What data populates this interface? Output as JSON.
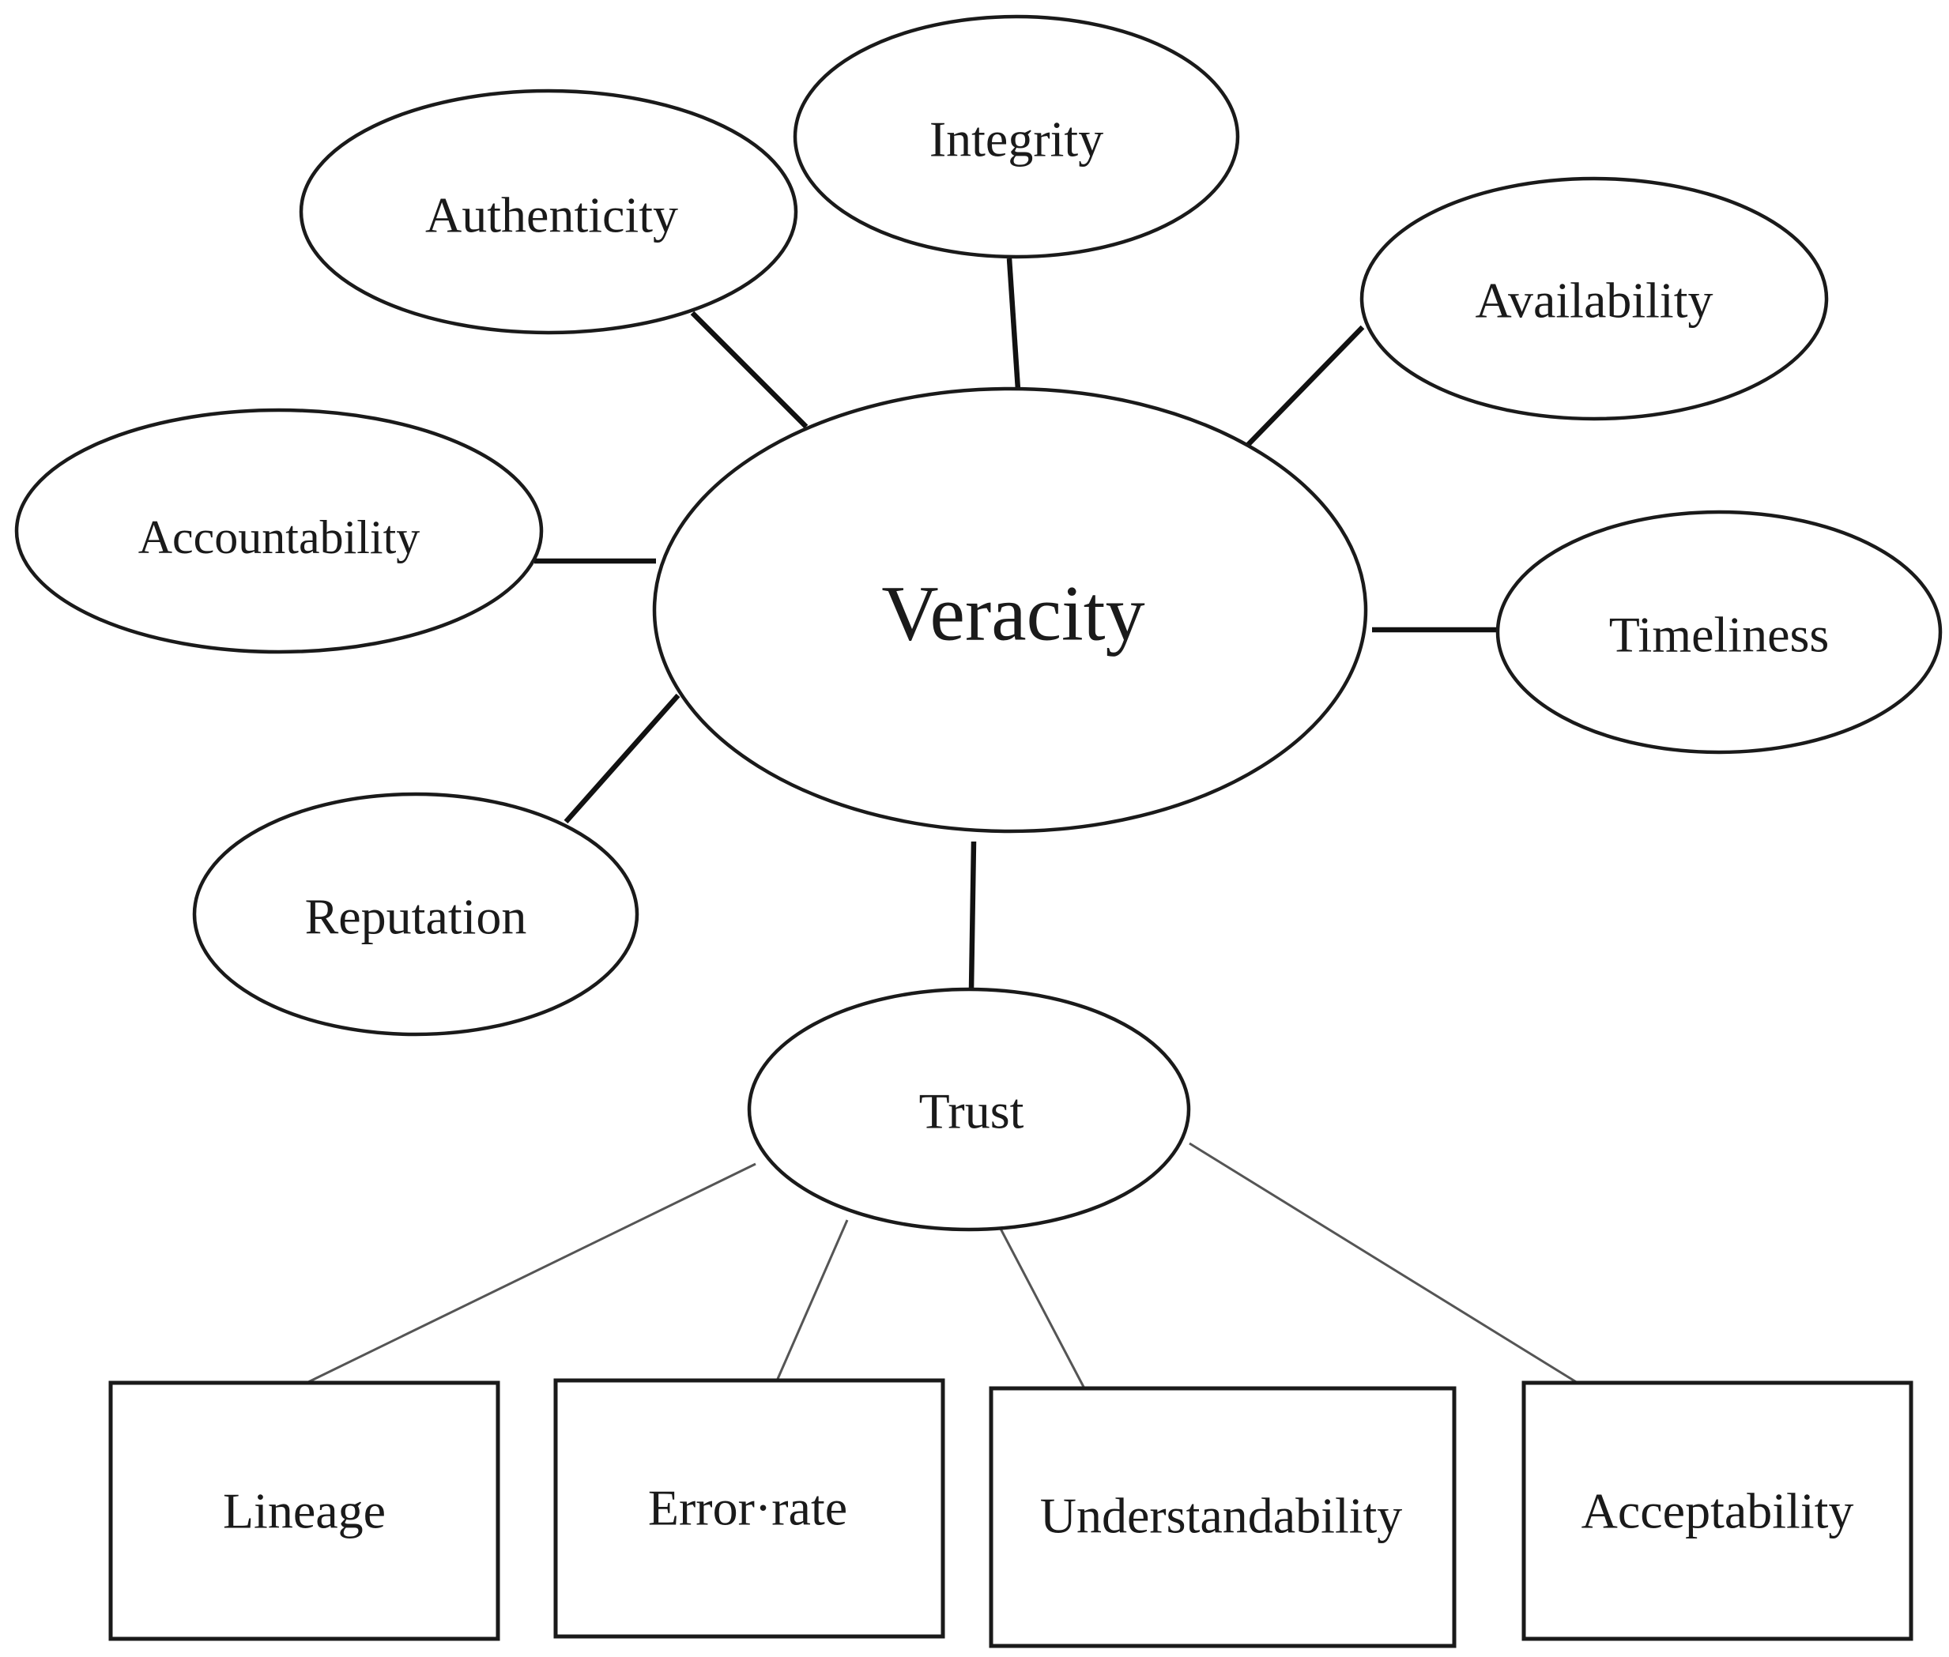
{
  "diagram": {
    "center": "Veracity",
    "attributes": {
      "integrity": "Integrity",
      "authenticity": "Authenticity",
      "availability": "Availability",
      "accountability": "Accountability",
      "timeliness": "Timeliness",
      "reputation": "Reputation",
      "trust": "Trust"
    },
    "trust_components": {
      "lineage": "Lineage",
      "error_rate": "Error·rate",
      "understandability": "Understandability",
      "acceptability": "Acceptability"
    }
  }
}
